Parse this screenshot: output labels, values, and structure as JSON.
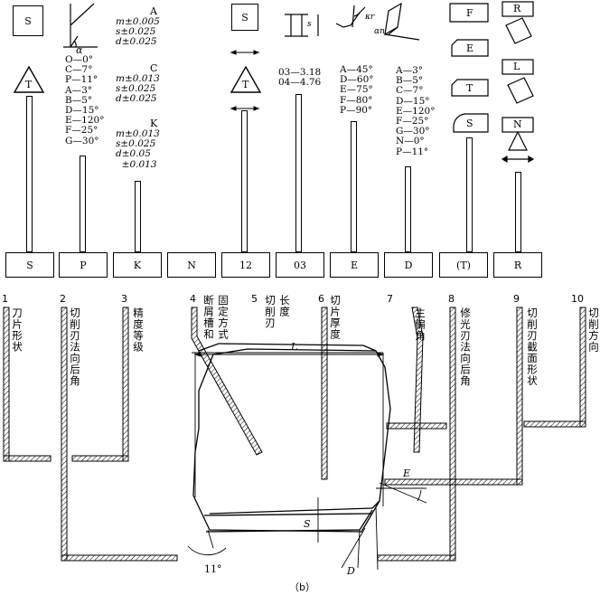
{
  "top": {
    "col1_symbol": "S",
    "col1_triangle": "T",
    "col2_letter": "A",
    "col2_tol_a": [
      "m±0.005",
      "s±0.025",
      "d±0.025"
    ],
    "col2_angle_label": "α",
    "col2_list": [
      "O—0°",
      "C—7°",
      "P—11°",
      "A—3°",
      "B—5°",
      "D—15°",
      "E—120°",
      "F—25°",
      "G—30°"
    ],
    "col2_c_letter": "C",
    "col2_tol_c": [
      "m±0.013",
      "s±0.025",
      "d±0.025"
    ],
    "col3_k_letter": "K",
    "col3_tol_k": [
      "m±0.013",
      "s±0.025",
      "d±0.05",
      "  ±0.013"
    ],
    "col5_symbol": "S",
    "col5_triangle": "T",
    "col6_s": "s",
    "col6_list": [
      "03—3.18",
      "04—4.76"
    ],
    "col7_kr": "κr",
    "col7_list": [
      "A—45°",
      "D—60°",
      "E—75°",
      "F—80°",
      "P—90°"
    ],
    "col8_an": "αn",
    "col8_list": [
      "A—3°",
      "B—5°",
      "C—7°",
      "D—15°",
      "E—120°",
      "F—25°",
      "G—30°",
      "N—0°",
      "P—11°"
    ],
    "col9_shapes": [
      "F",
      "E",
      "T",
      "S"
    ],
    "col10_shapes": [
      "R",
      "L",
      "N"
    ]
  },
  "codes": [
    "S",
    "P",
    "K",
    "N",
    "12",
    "03",
    "E",
    "D",
    "(T)",
    "R"
  ],
  "legend": [
    {
      "num": "1",
      "label": "刀片形状"
    },
    {
      "num": "2",
      "label": "切削刃法向后角"
    },
    {
      "num": "3",
      "label": "精度等级"
    },
    {
      "num": "4",
      "label": "断屑槽和",
      "label2": "固定方式"
    },
    {
      "num": "5",
      "label": "切削刃",
      "label2": "长度"
    },
    {
      "num": "6",
      "label": "切片厚度"
    },
    {
      "num": "7",
      "label": "主偏角"
    },
    {
      "num": "8",
      "label": "修光刃法向后角"
    },
    {
      "num": "9",
      "label": "切削刃截面形状"
    },
    {
      "num": "10",
      "label": "切削方向"
    }
  ],
  "drawing": {
    "L": "L",
    "S": "S",
    "E": "E",
    "D": "D",
    "angle": "11°"
  },
  "caption": "（b）"
}
